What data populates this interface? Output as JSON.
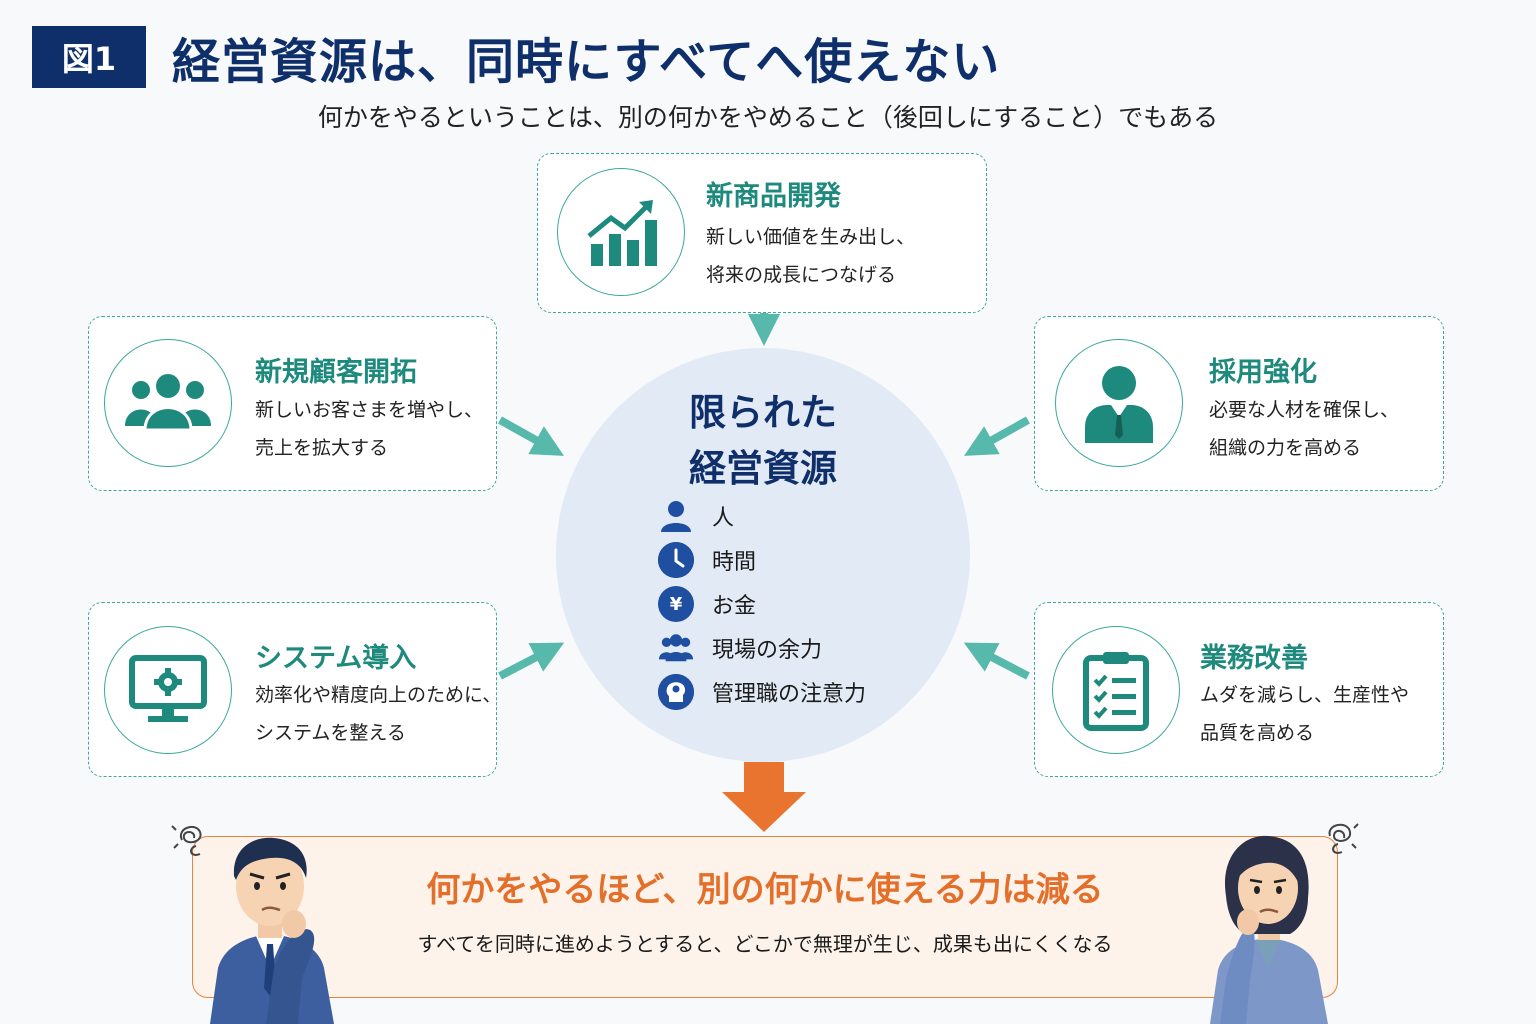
{
  "header": {
    "badge": "図1",
    "title": "経営資源は、同時にすべてへ使えない",
    "subtitle": "何かをやるということは、別の何かをやめること（後回しにすること）でもある"
  },
  "center": {
    "title_line1": "限られた",
    "title_line2": "経営資源",
    "resources": [
      {
        "icon": "person-icon",
        "label": "人"
      },
      {
        "icon": "clock-icon",
        "label": "時間"
      },
      {
        "icon": "yen-icon",
        "label": "お金"
      },
      {
        "icon": "team-icon",
        "label": "現場の余力"
      },
      {
        "icon": "head-icon",
        "label": "管理職の注意力"
      }
    ]
  },
  "cards": {
    "new_product": {
      "title": "新商品開発",
      "line1": "新しい価値を生み出し、",
      "line2": "将来の成長につなげる",
      "icon": "growth-chart-icon"
    },
    "new_customer": {
      "title": "新規顧客開拓",
      "line1": "新しいお客さまを増やし、",
      "line2": "売上を拡大する",
      "icon": "people-group-icon"
    },
    "hiring": {
      "title": "採用強化",
      "line1": "必要な人材を確保し、",
      "line2": "組織の力を高める",
      "icon": "businessperson-icon"
    },
    "system": {
      "title": "システム導入",
      "line1": "効率化や精度向上のために、",
      "line2": "システムを整える",
      "icon": "monitor-gear-icon"
    },
    "improvement": {
      "title": "業務改善",
      "line1": "ムダを減らし、生産性や",
      "line2": "品質を高める",
      "icon": "clipboard-checklist-icon"
    }
  },
  "conclusion": {
    "title": "何かをやるほど、別の何かに使える力は減る",
    "desc": "すべてを同時に進めようとすると、どこかで無理が生じ、成果も出にくくなる"
  },
  "colors": {
    "navy": "#0f2f6b",
    "teal": "#1d8a7d",
    "orange": "#e46f2a",
    "resource_blue": "#1f4fa0"
  }
}
